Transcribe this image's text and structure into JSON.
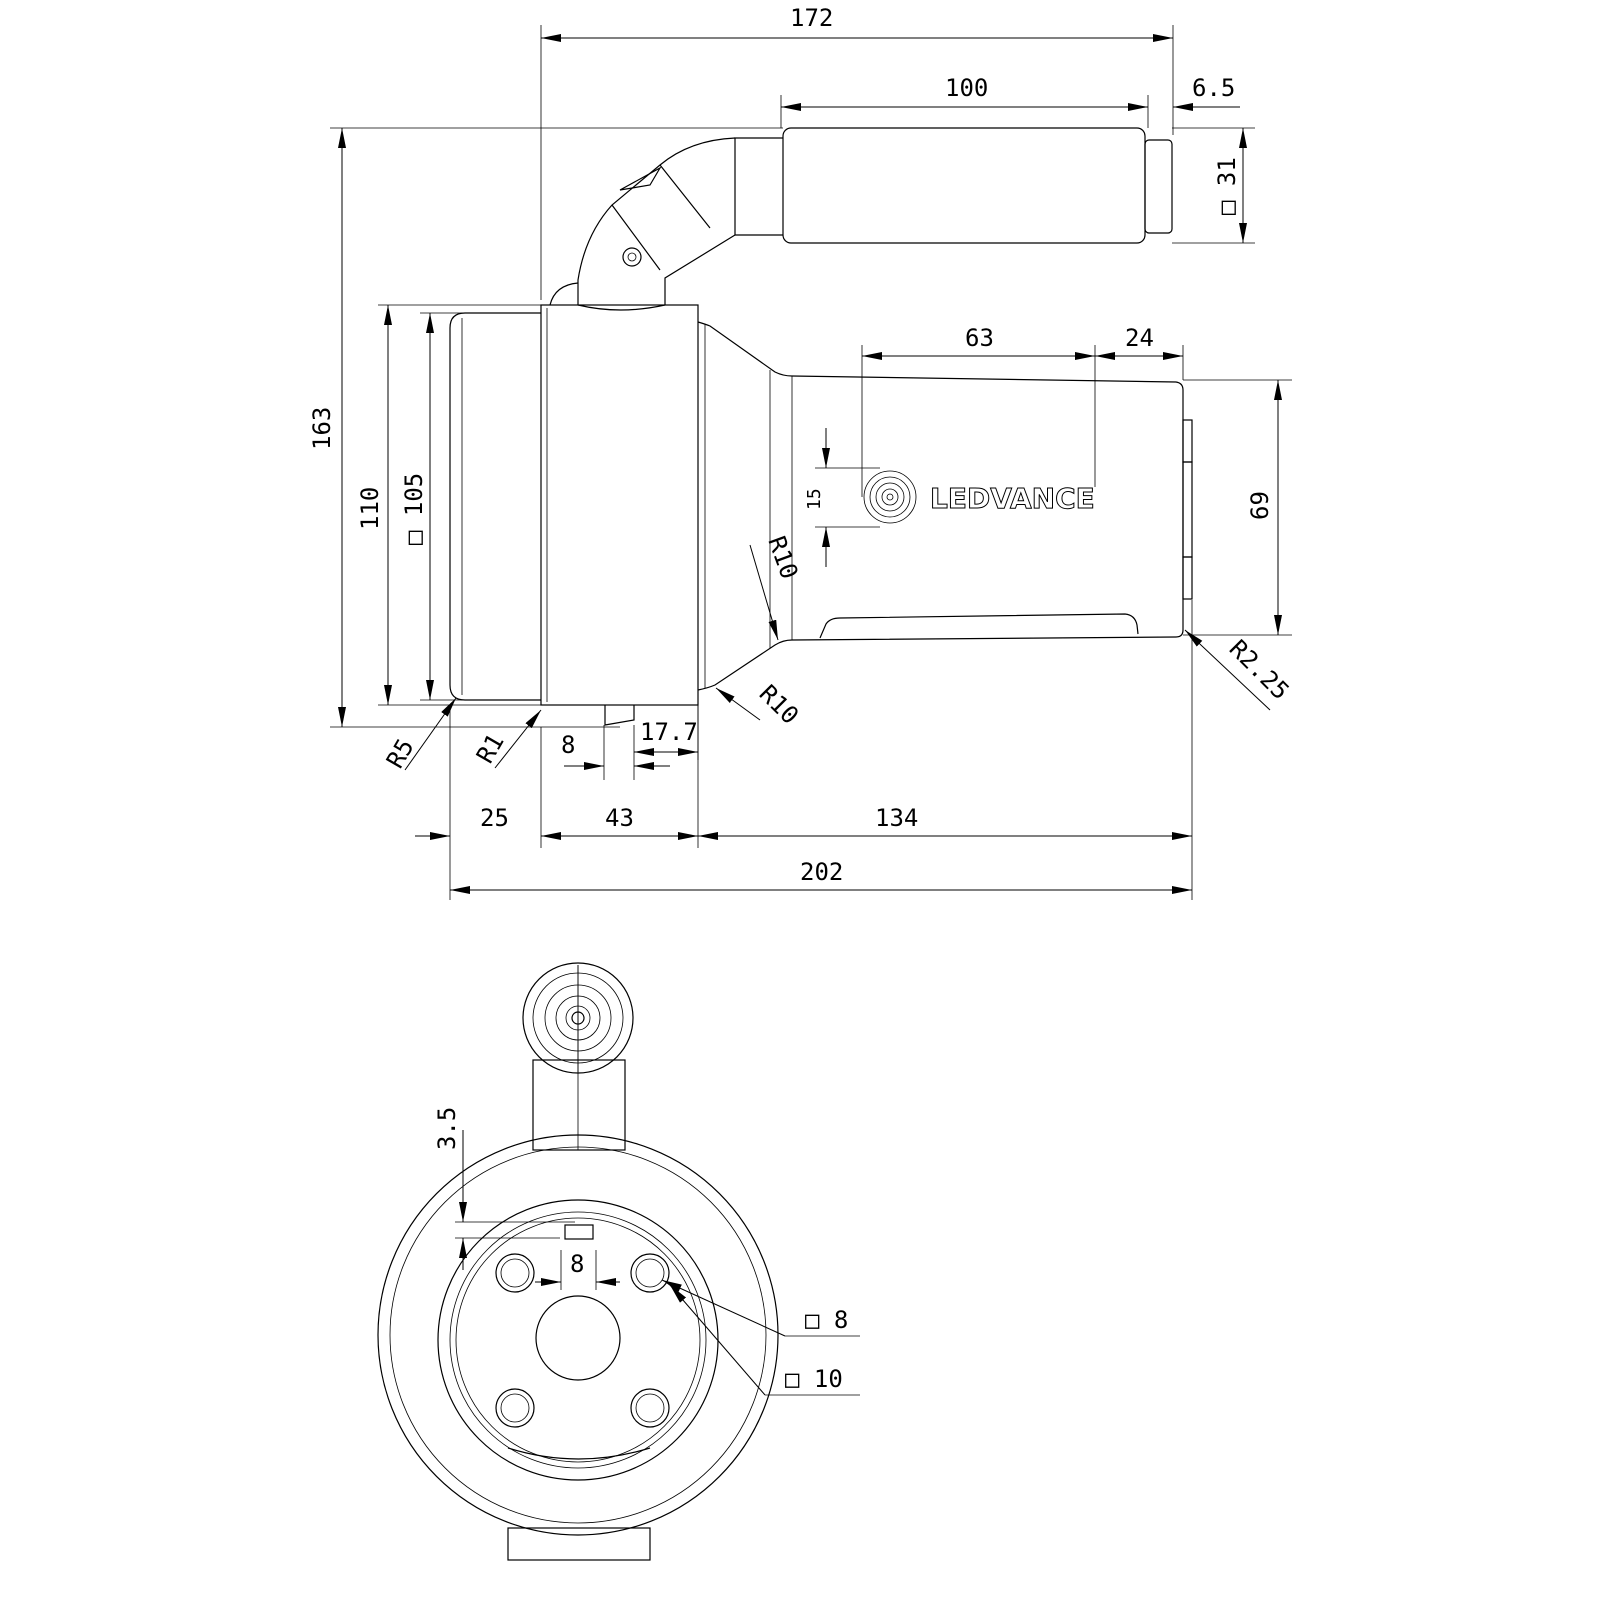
{
  "side_view": {
    "brand_logo": "LEDVANCE",
    "dims": {
      "overall_width_top": "172",
      "handle_length": "100",
      "handle_cap": "6.5",
      "handle_diameter": "□ 31",
      "overall_height": "163",
      "head_height": "110",
      "lens_diameter": "□ 105",
      "logo_offset": "63",
      "logo_end": "24",
      "logo_height": "15",
      "body_height": "69",
      "radius_cone_top": "R10",
      "radius_cone_bottom": "R10",
      "radius_end": "R2.25",
      "radius_lens": "R5",
      "radius_ring": "R1",
      "slot_width": "8",
      "slot_offset": "17.7",
      "lens_depth": "25",
      "ring_depth": "43",
      "body_length": "134",
      "overall_length": "202"
    }
  },
  "front_view": {
    "dims": {
      "rim_offset": "3.5",
      "hole_spacing": "8",
      "hole_inner_diameter": "□ 8",
      "hole_outer_diameter": "□ 10"
    }
  }
}
